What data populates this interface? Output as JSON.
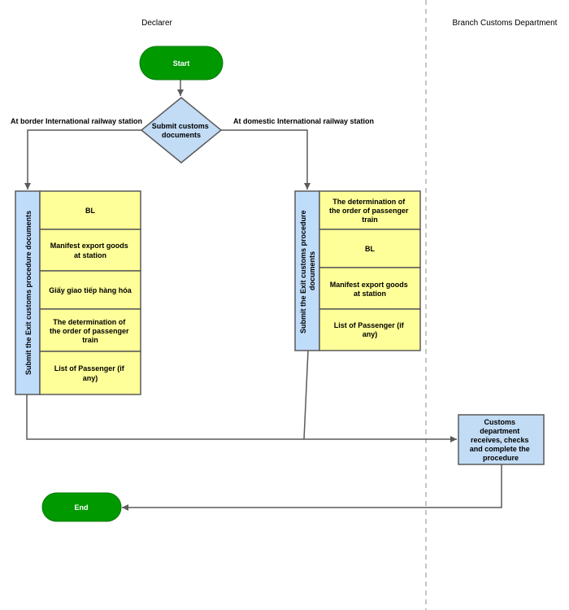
{
  "lanes": {
    "declarer": "Declarer",
    "branch": "Branch Customs Department"
  },
  "nodes": {
    "start": "Start",
    "decision": [
      "Submit customs",
      "documents"
    ],
    "end": "End",
    "customs_process": [
      "Customs",
      "department",
      "receives, checks",
      "and complete the",
      "procedure"
    ]
  },
  "edges": {
    "left_branch": "At border International railway station",
    "right_branch": "At domestic International railway station"
  },
  "left_group": {
    "title": "Submit the Exit customs procedure documents",
    "items": [
      [
        "BL"
      ],
      [
        "Manifest export goods",
        "at station"
      ],
      [
        "Giấy giao tiếp hàng hóa"
      ],
      [
        "The determination of",
        "the order of passenger",
        "train"
      ],
      [
        "List of Passenger (if",
        "any)"
      ]
    ]
  },
  "right_group": {
    "title": [
      "Submit the Exit customs procedure",
      "documents"
    ],
    "items": [
      [
        "The determination of",
        "the order of passenger",
        "train"
      ],
      [
        "BL"
      ],
      [
        "Manifest export goods",
        "at station"
      ],
      [
        "List of Passenger (if",
        "any)"
      ]
    ]
  },
  "colors": {
    "terminal_fill": "#009900",
    "decision_fill": "#c2dcf5",
    "header_fill": "#bfdcfb",
    "item_fill": "#ffff99",
    "line": "#5a5a5a"
  }
}
